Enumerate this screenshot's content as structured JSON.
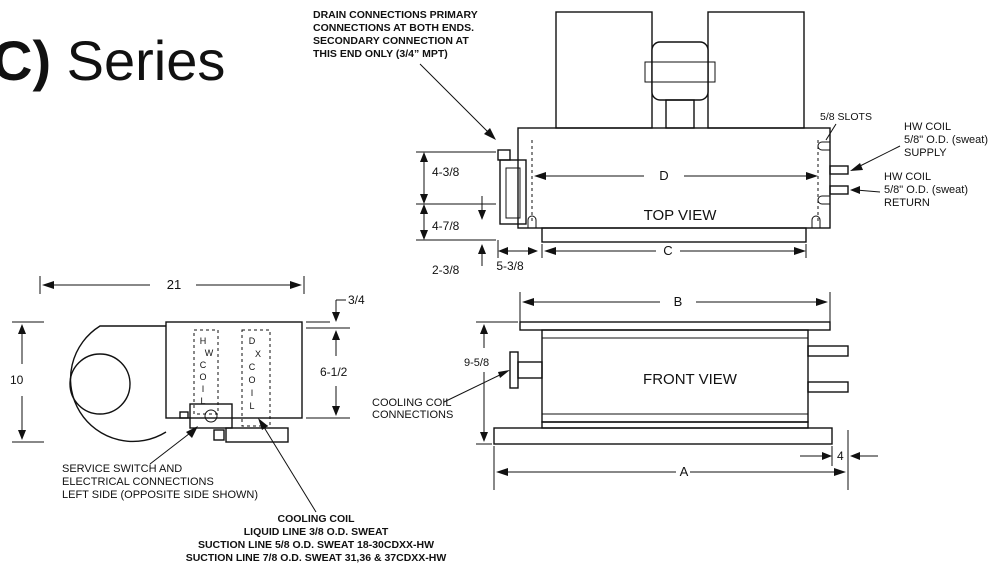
{
  "title": {
    "bold_part": "C)",
    "rest": " Series"
  },
  "notes": {
    "drain": [
      "DRAIN CONNECTIONS PRIMARY",
      "CONNECTIONS AT BOTH ENDS.",
      "SECONDARY CONNECTION AT",
      "THIS END ONLY (3/4” MPT)"
    ],
    "slots": "5/8 SLOTS",
    "hw_supply": [
      "HW COIL",
      "5/8\" O.D. (sweat)",
      "SUPPLY"
    ],
    "hw_return": [
      "HW COIL",
      "5/8\" O.D. (sweat)",
      "RETURN"
    ],
    "service_switch": [
      "SERVICE SWITCH AND",
      "ELECTRICAL CONNECTIONS",
      "LEFT SIDE (OPPOSITE SIDE SHOWN)"
    ],
    "cooling_coil": [
      "COOLING COIL",
      "LIQUID LINE 3/8 O.D. SWEAT",
      "SUCTION LINE 5/8 O.D. SWEAT 18-30CDXX-HW",
      "SUCTION LINE 7/8 O.D. SWEAT 31,36 & 37CDXX-HW"
    ],
    "cooling_conn": [
      "COOLING COIL",
      "CONNECTIONS"
    ]
  },
  "views": {
    "top": "TOP VIEW",
    "front": "FRONT VIEW"
  },
  "coil_letters": {
    "hw": [
      "H",
      "W",
      "C",
      "O",
      "I",
      "L"
    ],
    "dx": [
      "D",
      "X",
      "C",
      "O",
      "I",
      "L"
    ]
  },
  "dims": {
    "d": "D",
    "c": "C",
    "b": "B",
    "a": "A",
    "top_h1": "4-3/8",
    "top_h2": "4-7/8",
    "top_off": "2-3/8",
    "top_w": "5-3/8",
    "side_w": "21",
    "side_h": "10",
    "side_off": "3/4",
    "side_h2": "6-1/2",
    "front_h": "9-5/8",
    "front_off": "4"
  }
}
